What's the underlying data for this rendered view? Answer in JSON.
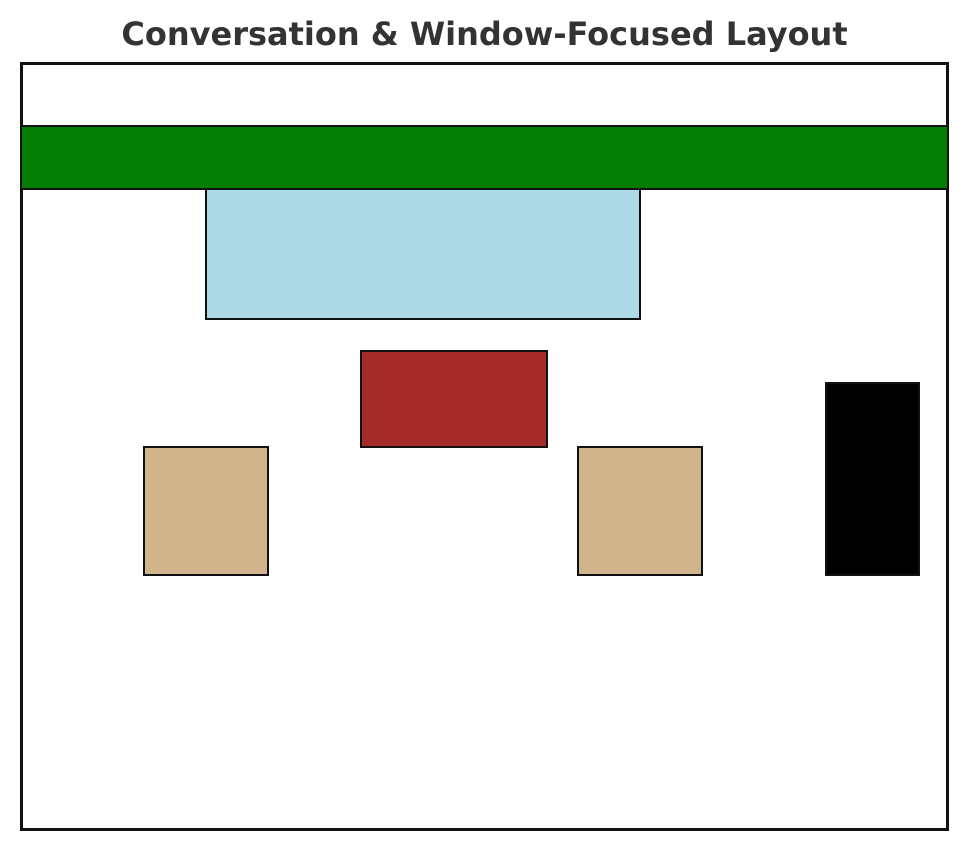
{
  "title": "Conversation & Window-Focused Layout",
  "blocks": [
    {
      "id": "top-bar",
      "color": "#047d04"
    },
    {
      "id": "window-panel",
      "color": "#add8e6"
    },
    {
      "id": "center-block",
      "color": "#a52a2a"
    },
    {
      "id": "left-seat",
      "color": "#d2b48c"
    },
    {
      "id": "right-seat",
      "color": "#d2b48c"
    },
    {
      "id": "side-panel",
      "color": "#000000"
    }
  ]
}
